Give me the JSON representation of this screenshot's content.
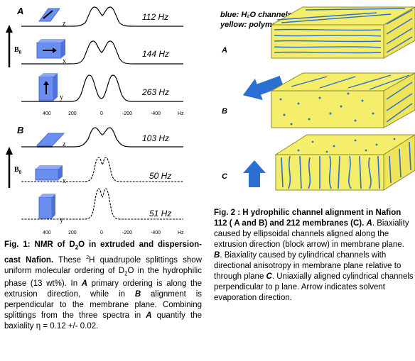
{
  "fig1": {
    "panel_a_letter": "A",
    "panel_b_letter": "B",
    "b0_label": "B",
    "b0_sub": "0",
    "spectra": [
      {
        "panel": "A",
        "axis": "z",
        "splitting": "112 Hz"
      },
      {
        "panel": "A",
        "axis": "x",
        "splitting": "144 Hz"
      },
      {
        "panel": "A",
        "axis": "y",
        "splitting": "263 Hz"
      },
      {
        "panel": "B",
        "axis": "z",
        "splitting": "103 Hz"
      },
      {
        "panel": "B",
        "axis": "x",
        "splitting": "50 Hz"
      },
      {
        "panel": "B",
        "axis": "y",
        "splitting": "51 Hz"
      }
    ],
    "ticks_a": [
      "400",
      "200",
      "0",
      "-200",
      "-400",
      "Hz"
    ],
    "ticks_b": [
      "400",
      "200",
      "0",
      "-200",
      "-400",
      "Hz"
    ],
    "caption": {
      "title": "Fig. 1: NMR of D",
      "title_sub": "2",
      "title_rest": "O in extruded and dispersion-cast Nafion.",
      "sup_2": "2",
      "body_1": " These ",
      "body_2": "H quadrupole splittings show uniform molecular ordering of D",
      "body_3": "O in the hydrophilic phase (13 wt%). In ",
      "a": "A",
      "body_4": " primary ordering is along the extrusion direction, while in ",
      "b": "B",
      "body_5": " alignment is perpendicular to the membrane plane. Combining splittings from the three spectra in ",
      "body_6": " quantify the baxiality η = 0.12 +/- 0.02."
    }
  },
  "fig2": {
    "legend_blue": "blue: H₂O channels",
    "legend_yellow": "yellow: polymer",
    "labels": [
      "A",
      "B",
      "C"
    ],
    "caption": {
      "title": "Fig. 2 : H ydrophilic channel alignment in Nafion 112 ( A and B) and 212 membranes (C).",
      "a": "A",
      "t1": ". Biaxiality caused by ellipsoidal channels aligned along the extrusion direction (block arrow) in membrane plane. ",
      "b": "B",
      "t2": ". Biaxiality caused by cylindrical channels with directional anisotropy in membrane plane relative to through plane ",
      "c": "C",
      "t3": ". Uniaxially aligned cylindrical channels perpendicular to p        lane. Arrow indicates solvent evaporation direction."
    }
  },
  "colors": {
    "blue": "#2a6fd1",
    "yellow": "#f5ee6a",
    "cube": "#6b8ff0"
  }
}
